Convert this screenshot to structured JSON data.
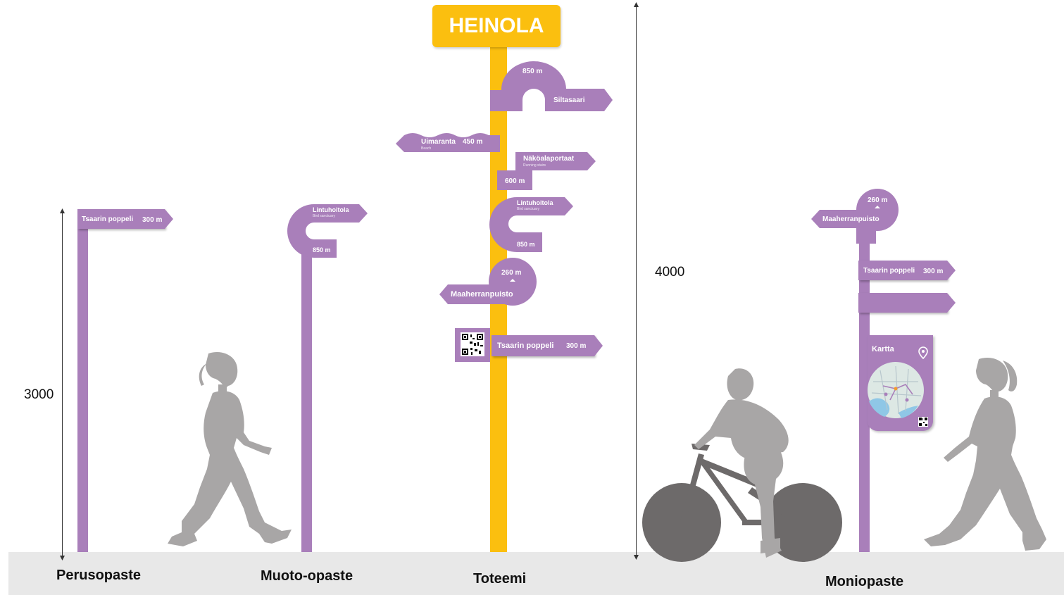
{
  "colors": {
    "sign": "#a97fba",
    "totem": "#fbbf0f",
    "ground": "#e8e8e8",
    "silhouette": "#a8a6a6"
  },
  "dimensions": {
    "small": "3000",
    "large": "4000"
  },
  "labels": {
    "perusopaste": "Perusopaste",
    "muoto": "Muoto-opaste",
    "toteemi": "Toteemi",
    "moniopaste": "Moniopaste"
  },
  "totem": {
    "title": "HEINOLA"
  },
  "signs": {
    "peruso_name": "Tsaarin poppeli",
    "peruso_dist": "300 m",
    "muoto_name": "Lintuhoitola",
    "muoto_sub": "Bird sanctuary",
    "muoto_dist": "850 m",
    "t_silta_dist": "850 m",
    "t_silta_name": "Siltasaari",
    "t_uima_name": "Uimaranta",
    "t_uima_sub": "Beach",
    "t_uima_dist": "450 m",
    "t_nako_name": "Näköalaportaat",
    "t_nako_sub": "Running stairs",
    "t_nako_dist": "600 m",
    "t_lintu_name": "Lintuhoitola",
    "t_lintu_sub": "Bird sanctuary",
    "t_lintu_dist": "850 m",
    "t_maah_dist": "260 m",
    "t_maah_name": "Maaherranpuisto",
    "t_tsaar_name": "Tsaarin poppeli",
    "t_tsaar_dist": "300 m",
    "m_maah_dist": "260 m",
    "m_maah_name": "Maaherranpuisto",
    "m_tsaar_name": "Tsaarin poppeli",
    "m_tsaar_dist": "300 m",
    "m_map_title": "Kartta"
  }
}
